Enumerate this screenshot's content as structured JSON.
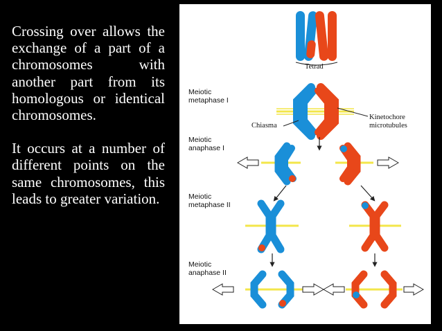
{
  "text": {
    "paragraph1": "Crossing over allows the exchange of a part of a chromosomes with another part from its homologous or identical chromosomes.",
    "paragraph2": "It occurs at a number of different points on the same chromosomes, this leads to greater variation."
  },
  "diagram": {
    "labels": {
      "tetrad": "Tetrad",
      "chiasma": "Chiasma",
      "kinetochore_line1": "Kinetochore",
      "kinetochore_line2": "microtubules",
      "metaphase1_line1": "Meiotic",
      "metaphase1_line2": "metaphase I",
      "anaphase1_line1": "Meiotic",
      "anaphase1_line2": "anaphase I",
      "metaphase2_line1": "Meiotic",
      "metaphase2_line2": "metaphase II",
      "anaphase2_line1": "Meiotic",
      "anaphase2_line2": "anaphase II"
    },
    "colors": {
      "blue": "#1a8fd8",
      "red": "#e8471a",
      "microtubule": "#f3e64a",
      "background": "#000000",
      "panel": "#ffffff"
    }
  }
}
